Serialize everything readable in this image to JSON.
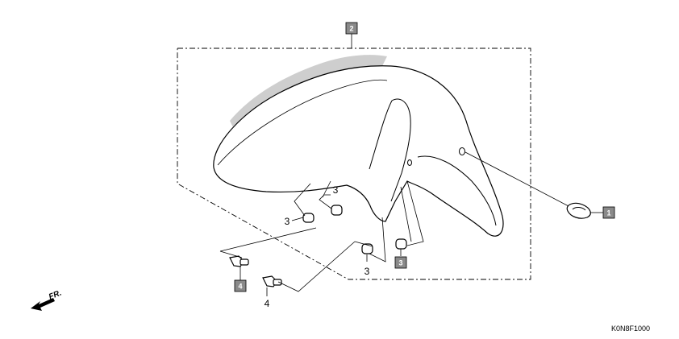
{
  "callouts": {
    "part_1": "1",
    "part_2": "2",
    "part_3_boxed": "3",
    "part_3_a": "3",
    "part_3_b": "3",
    "part_3_c": "3",
    "part_4_boxed": "4",
    "part_4_plain": "4"
  },
  "direction_label": "FR.",
  "diagram_code": "K0N8F1000",
  "colors": {
    "callout_box": "#8a8a8a",
    "line": "#000000",
    "decal": "#c9c9c9"
  }
}
